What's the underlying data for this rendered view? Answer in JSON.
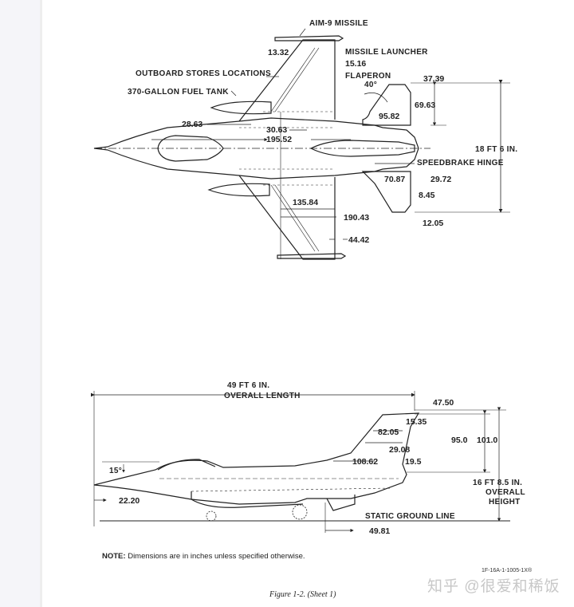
{
  "figure": {
    "caption": "Figure 1-2.  (Sheet 1)",
    "drawing_id": "1F-16A-1-1005-1X®",
    "watermark": "知乎 @很爱和稀饭",
    "note_label": "NOTE:",
    "note_text": " Dimensions are in inches unless specified otherwise."
  },
  "top_view": {
    "labels": {
      "aim9": "AIM-9 MISSILE",
      "launcher": "MISSILE LAUNCHER",
      "outboard": "OUTBOARD STORES LOCATIONS",
      "fuel_tank": "370-GALLON FUEL TANK",
      "flaperon": "FLAPERON",
      "speedbrake": "SPEEDBRAKE HINGE",
      "span": "18 FT 6 IN.",
      "angle": "40°"
    },
    "dimensions": {
      "d1332": "13.32",
      "d1516": "15.16",
      "d3739": "37.39",
      "d6963": "69.63",
      "d9582": "95.82",
      "d2863": "28.63",
      "d3063": "30.63",
      "d19552": "195.52",
      "d7087": "70.87",
      "d2972": "29.72",
      "d845": "8.45",
      "d13584": "135.84",
      "d19043": "190.43",
      "d1205": "12.05",
      "d4442": "44.42"
    }
  },
  "side_view": {
    "labels": {
      "length_ft": "49 FT 6 IN.",
      "length_label": "OVERALL LENGTH",
      "height_ft": "16 FT 8.5 IN.",
      "height_l1": "OVERALL",
      "height_l2": "HEIGHT",
      "ground": "STATIC GROUND LINE",
      "angle": "15°"
    },
    "dimensions": {
      "d4750": "47.50",
      "d1535": "15.35",
      "d8205": "82.05",
      "d950": "95.0",
      "d1010": "101.0",
      "d2908": "29.08",
      "d10862": "108.62",
      "d195": "19.5",
      "d2220": "22.20",
      "d4981": "49.81"
    }
  }
}
